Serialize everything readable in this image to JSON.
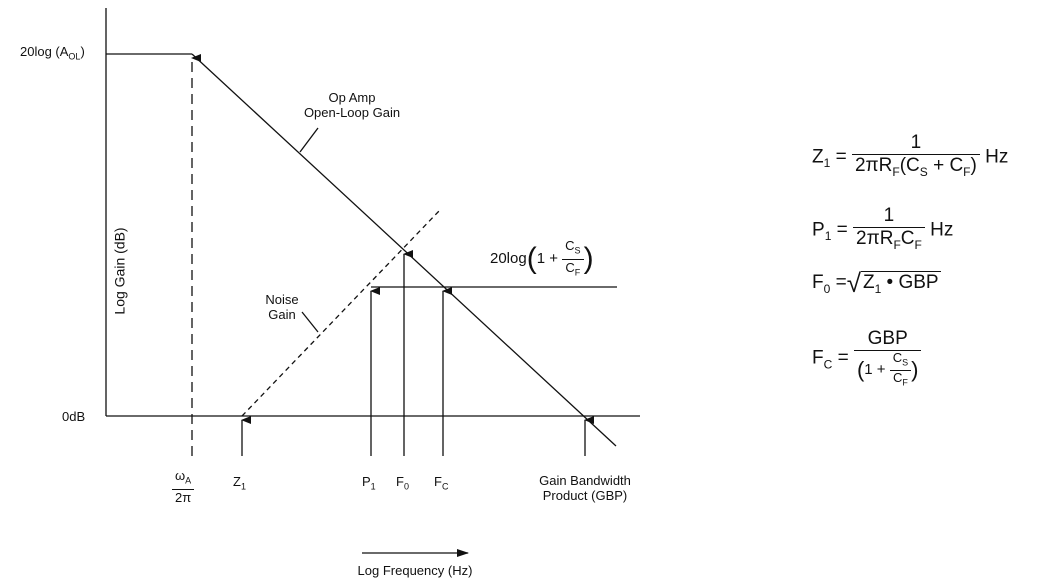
{
  "axes": {
    "y_label": "Log Gain (dB)",
    "x_label": "Log Frequency (Hz)",
    "y_tick_top": "20log (A",
    "y_tick_top_sub": "OL",
    "y_tick_top_close": ")",
    "y_tick_zero": "0dB"
  },
  "curves": {
    "open_loop_line1": "Op Amp",
    "open_loop_line2": "Open-Loop Gain",
    "noise_line1": "Noise",
    "noise_line2": "Gain",
    "plateau_prefix": "20log",
    "plateau_one_plus": "1 +",
    "plateau_num": "C",
    "plateau_num_sub": "S",
    "plateau_den": "C",
    "plateau_den_sub": "F"
  },
  "x_markers": {
    "omega_num": "ω",
    "omega_num_sub": "A",
    "omega_den": "2π",
    "z1": "Z",
    "z1_sub": "1",
    "p1": "P",
    "p1_sub": "1",
    "f0": "F",
    "f0_sub": "0",
    "fc": "F",
    "fc_sub": "C",
    "gbp_line1": "Gain Bandwidth",
    "gbp_line2": "Product (GBP)"
  },
  "equations": {
    "z1_lhs": "Z",
    "z1_lhs_sub": "1",
    "z1_num": "1",
    "z1_den_a": "2πR",
    "z1_den_a_sub": "F",
    "z1_den_b": "(C",
    "z1_den_b_sub": "S",
    "z1_den_c": " + C",
    "z1_den_c_sub": "F",
    "z1_den_d": ")",
    "z1_unit": "Hz",
    "p1_lhs": "P",
    "p1_lhs_sub": "1",
    "p1_num": "1",
    "p1_den_a": "2πR",
    "p1_den_a_sub": "F",
    "p1_den_b": "C",
    "p1_den_b_sub": "F",
    "p1_unit": "Hz",
    "f0_lhs": "F",
    "f0_lhs_sub": "0",
    "f0_rad_a": "Z",
    "f0_rad_a_sub": "1",
    "f0_rad_b": " • GBP",
    "fc_lhs": "F",
    "fc_lhs_sub": "C",
    "fc_num": "GBP",
    "fc_one_plus": "1 +",
    "fc_frac_num": "C",
    "fc_frac_num_sub": "S",
    "fc_frac_den": "C",
    "fc_frac_den_sub": "F",
    "equals": "="
  }
}
